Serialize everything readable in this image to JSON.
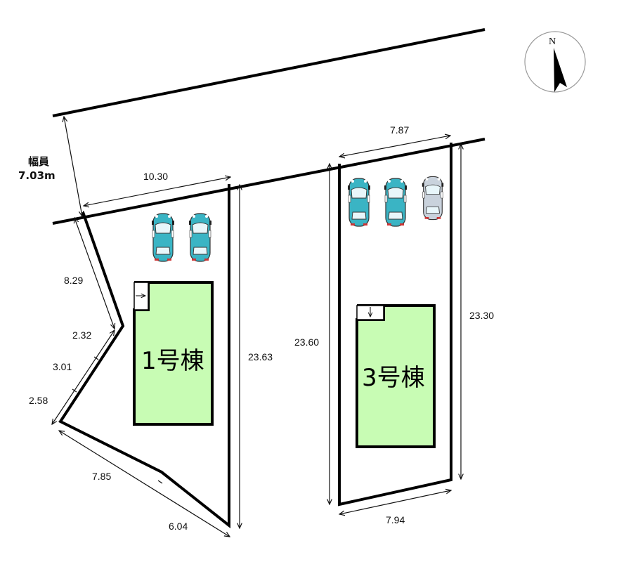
{
  "road": {
    "width_label_line1": "幅員",
    "width_label_line2": "7.03m"
  },
  "compass": {
    "north": "N"
  },
  "lots": [
    {
      "house_label": "1号棟",
      "dimensions": {
        "front": "10.30",
        "left_1": "8.29",
        "left_2": "2.32",
        "left_3": "3.01",
        "left_4": "2.58",
        "bottom_1": "7.85",
        "bottom_2": "6.04",
        "right": "23.63"
      },
      "parking_cars": 2
    },
    {
      "house_label": "3号棟",
      "dimensions": {
        "front": "7.87",
        "left": "23.60",
        "right": "23.30",
        "back": "7.94"
      },
      "parking_cars": 3
    }
  ],
  "colors": {
    "house_fill": "#c8fcb4",
    "car_teal": "#3ab4c4",
    "car_silver": "#c9d2dc",
    "outline": "#000000"
  }
}
